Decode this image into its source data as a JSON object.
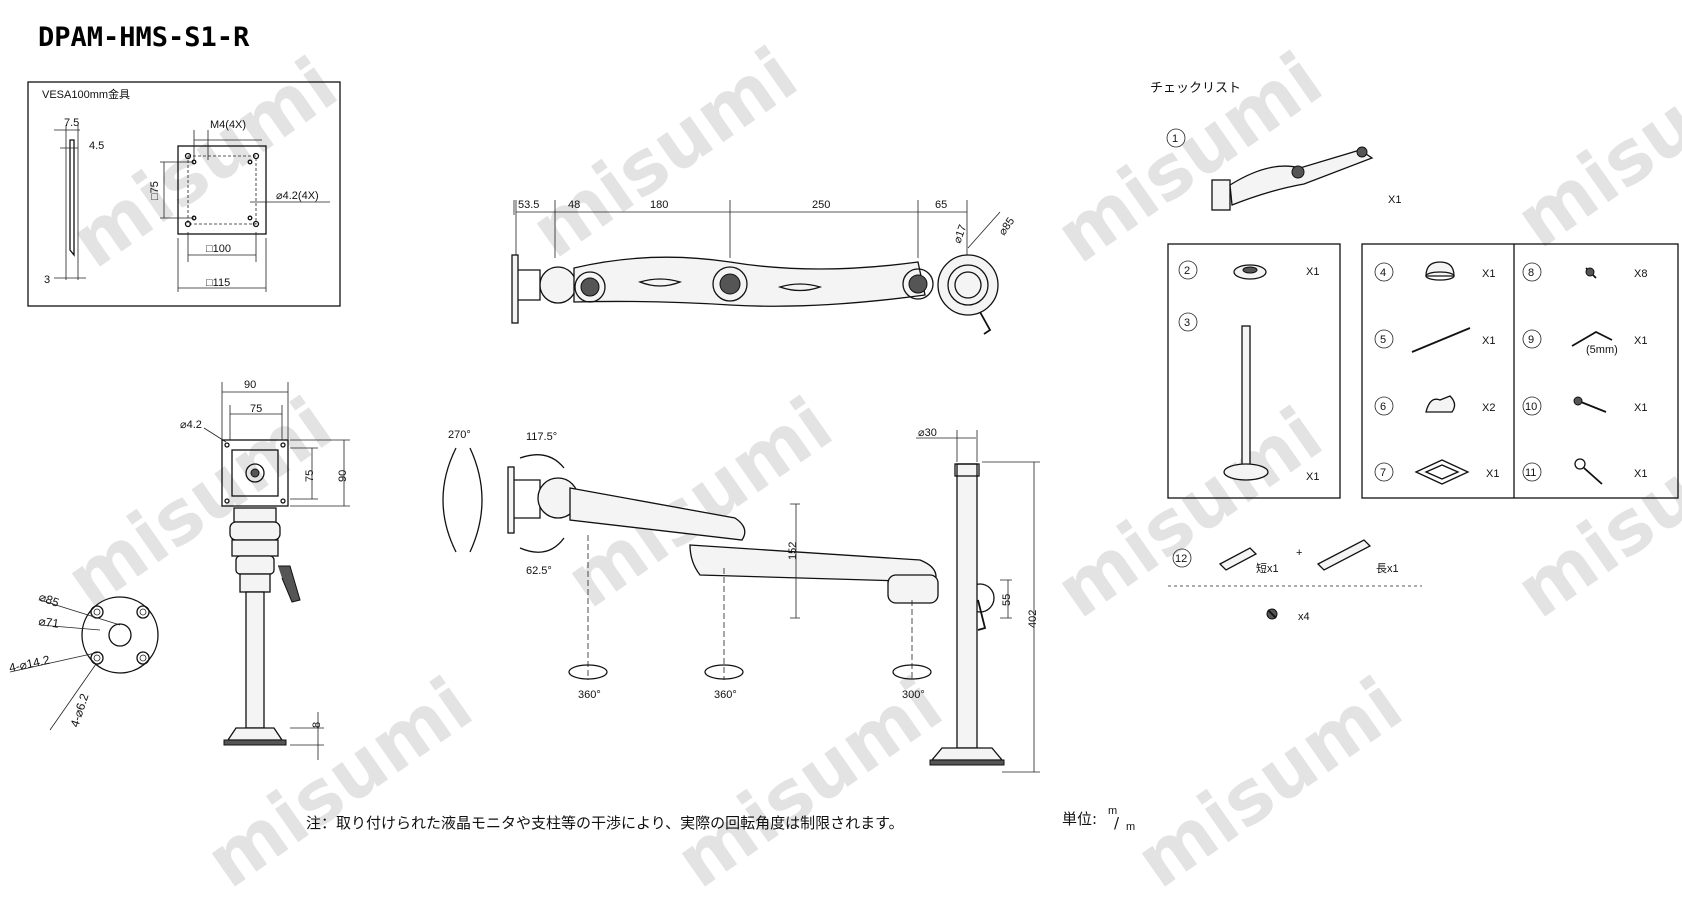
{
  "title": "DPAM-HMS-S1-R",
  "watermark": "misumi",
  "vesa": {
    "heading": "VESA100mm金具",
    "d_7_5": "7.5",
    "d_4_5": "4.5",
    "d_3": "3",
    "hole_m4": "M4(4X)",
    "d_75": "□75",
    "hole_d42": "⌀4.2(4X)",
    "d_100": "□100",
    "d_115": "□115"
  },
  "arm_top": {
    "d1": "53.5",
    "d2": "48",
    "d3": "180",
    "d4": "250",
    "d5": "65",
    "d6": "⌀17",
    "d7": "⌀85"
  },
  "front": {
    "d_90_top": "90",
    "d_75": "75",
    "hole": "⌀4.2",
    "d_75_v": "75",
    "d_90_v": "90",
    "d_8": "8"
  },
  "base": {
    "d85": "⌀85",
    "d71": "⌀71",
    "d142": "4-⌀14.2",
    "d62": "4-⌀6.2"
  },
  "side": {
    "a270": "270°",
    "a1175": "117.5°",
    "a625": "62.5°",
    "d30": "⌀30",
    "d152": "152",
    "d55": "55",
    "d402": "402",
    "r1": "360°",
    "r2": "360°",
    "r3": "300°"
  },
  "checklist": {
    "heading": "チェックリスト",
    "items": [
      {
        "no": "1",
        "qty": "X1"
      },
      {
        "no": "2",
        "qty": "X1"
      },
      {
        "no": "3",
        "qty": "X1"
      },
      {
        "no": "4",
        "qty": "X1"
      },
      {
        "no": "5",
        "qty": "X1"
      },
      {
        "no": "6",
        "qty": "X2"
      },
      {
        "no": "7",
        "qty": "X1"
      },
      {
        "no": "8",
        "qty": "X8"
      },
      {
        "no": "9",
        "qty": "X1"
      },
      {
        "no": "10",
        "qty": "X1"
      },
      {
        "no": "11",
        "qty": "X1"
      },
      {
        "no": "12",
        "qty": ""
      }
    ],
    "wrench_size": "(5mm)",
    "short_label": "短x1",
    "plus": "+",
    "long_label": "長x1",
    "screw_qty": "x4"
  },
  "note": "注：取り付けられた液晶モニタや支柱等の干渉により、実際の回転角度は制限されます。",
  "unit_label": "単位:",
  "unit_m1": "m",
  "unit_slash": "/",
  "unit_m2": "m"
}
